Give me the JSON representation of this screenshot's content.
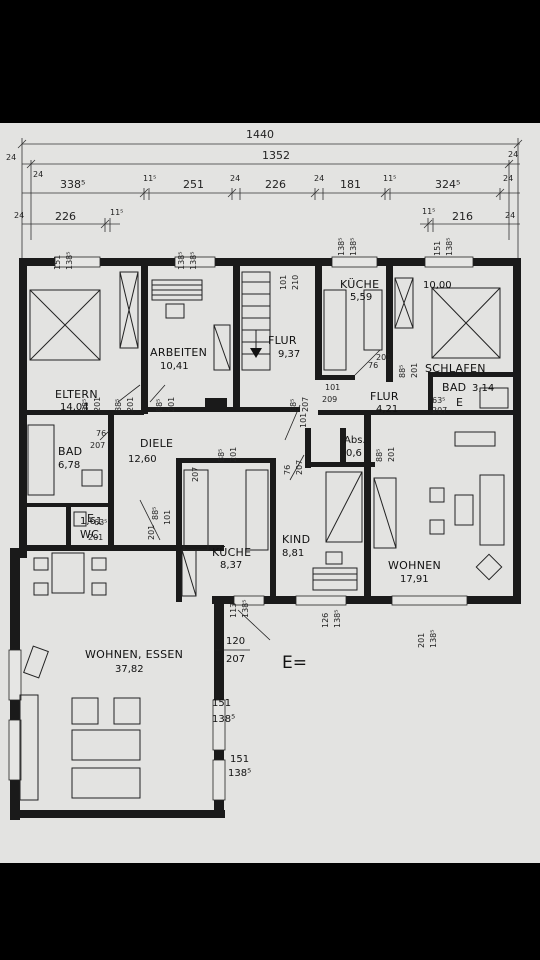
{
  "dimensions": {
    "total_width": "1440",
    "inner_width": "1352",
    "wall": "24",
    "segments_row1": [
      "338⁵",
      "11⁵",
      "251",
      "24",
      "226",
      "24",
      "181",
      "11⁵",
      "324⁵",
      "24"
    ],
    "segments_row2": [
      "226",
      "11⁵"
    ],
    "segments_row2_right": [
      "11⁵",
      "216",
      "24"
    ]
  },
  "rooms": [
    {
      "name": "ELTERN",
      "area": "14,04"
    },
    {
      "name": "ARBEITEN",
      "area": "10,41"
    },
    {
      "name": "FLUR",
      "area": "9,37"
    },
    {
      "name": "KÜCHE",
      "area": "5,59"
    },
    {
      "name": "SCHLAFEN",
      "area": "10,00"
    },
    {
      "name": "FLUR",
      "area": "4,21"
    },
    {
      "name": "BAD",
      "area": "3,14"
    },
    {
      "name": "BAD",
      "area": "6,78"
    },
    {
      "name": "DIELE",
      "area": "12,60"
    },
    {
      "name": "Abs.",
      "area": "0,6"
    },
    {
      "name": "WC",
      "area": "1,61"
    },
    {
      "name": "KÜCHE",
      "area": "8,37"
    },
    {
      "name": "KIND",
      "area": "8,81"
    },
    {
      "name": "WOHNEN",
      "area": "17,91"
    },
    {
      "name": "WOHNEN, ESSEN",
      "area": "37,82"
    }
  ],
  "openings": [
    "151",
    "138⁵",
    "138⁵",
    "138⁵",
    "101",
    "210",
    "138⁵",
    "138⁵",
    "151",
    "138⁵",
    "88⁵",
    "201",
    "88⁵",
    "201",
    "76",
    "207",
    "101",
    "209",
    "88⁵",
    "201",
    "76",
    "201",
    "63⁵",
    "207",
    "63⁵",
    "201",
    "88⁵",
    "201",
    "88⁵",
    "207",
    "76",
    "207",
    "101",
    "88⁵",
    "201",
    "201",
    "88⁵",
    "207",
    "101",
    "88⁵",
    "201",
    "113⁵",
    "138⁵",
    "126",
    "138⁵",
    "201",
    "138⁵",
    "120",
    "207",
    "151",
    "138⁵",
    "151",
    "138⁵"
  ],
  "marks": {
    "e1": "E",
    "e2": "E",
    "e3": "E="
  }
}
